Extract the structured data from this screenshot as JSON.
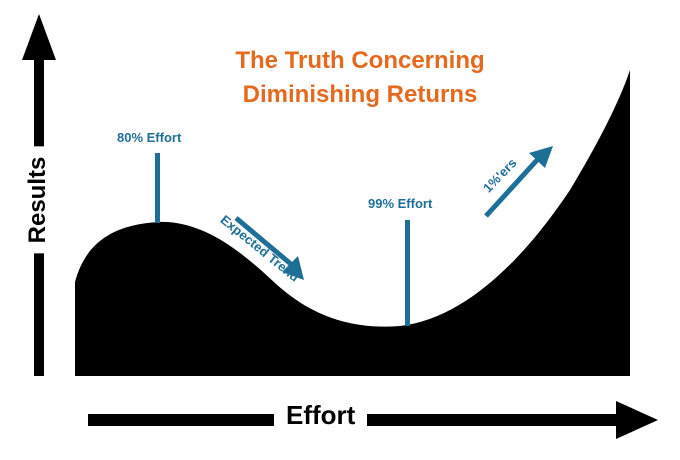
{
  "title": {
    "line1": "The Truth Concerning",
    "line2": "Diminishing Returns"
  },
  "axes": {
    "x_label": "Effort",
    "y_label": "Results"
  },
  "annotations": {
    "effort_80": "80% Effort",
    "effort_99": "99% Effort",
    "expected_trend": "Expected Trend",
    "one_percenters": "1%'ers"
  },
  "colors": {
    "title": "#e46a1f",
    "annotation": "#1e6f97",
    "curve_fill": "#000000",
    "axis": "#000000",
    "background": "#ffffff"
  },
  "icons": {
    "y_axis": "up-arrow-icon",
    "x_axis": "right-arrow-icon",
    "trend_down": "down-right-arrow-icon",
    "trend_up": "up-right-arrow-icon"
  }
}
